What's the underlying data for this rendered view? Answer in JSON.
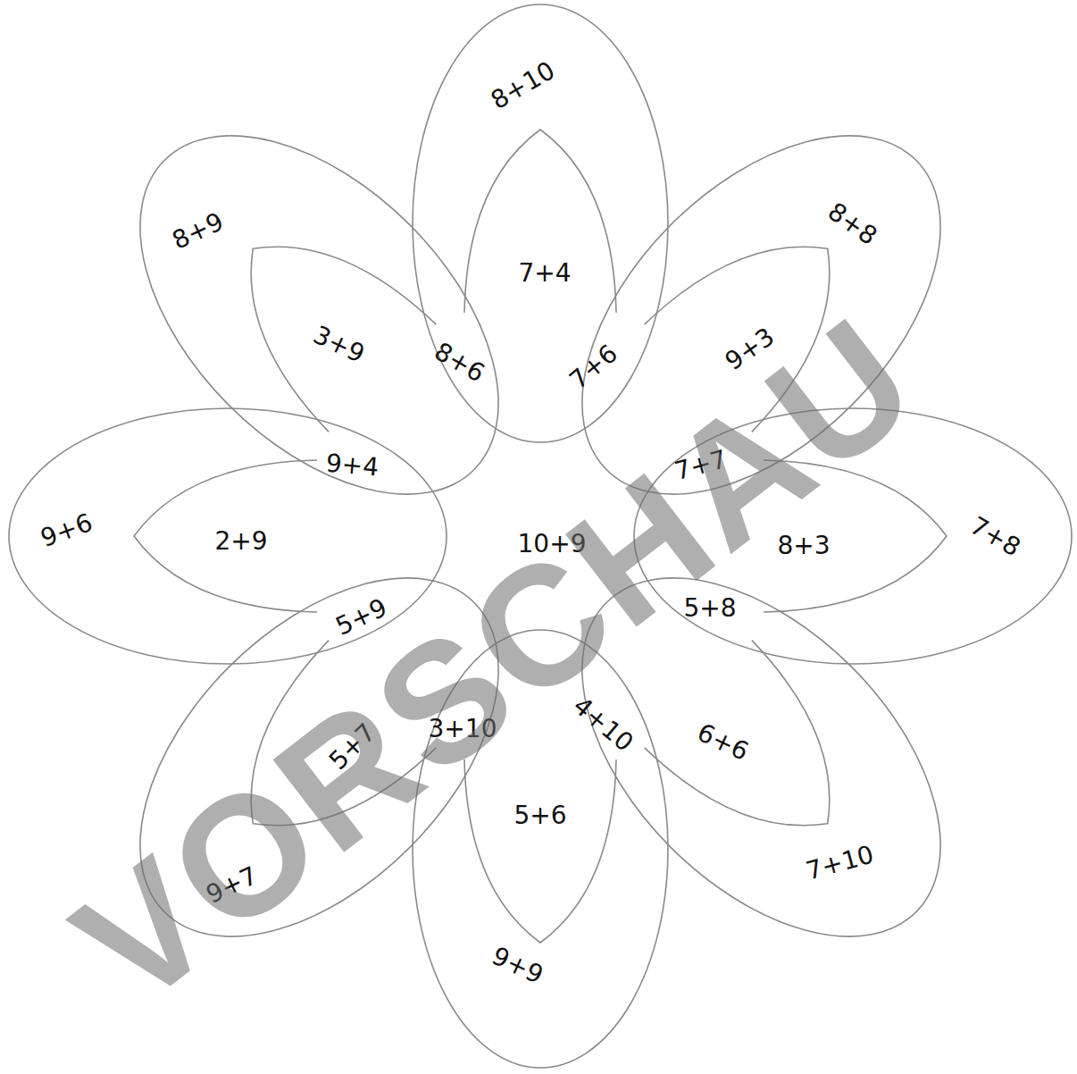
{
  "diagram": {
    "labels": [
      "8+10",
      "8+8",
      "8+9",
      "7+4",
      "3+9",
      "9+3",
      "8+6",
      "7+6",
      "9+4",
      "7+7",
      "9+6",
      "2+9",
      "10+9",
      "8+3",
      "7+8",
      "5+9",
      "5+8",
      "3+10",
      "4+10",
      "6+6",
      "5+7",
      "5+6",
      "7+10",
      "9+7",
      "9+9",
      "VORSCHAU"
    ]
  }
}
